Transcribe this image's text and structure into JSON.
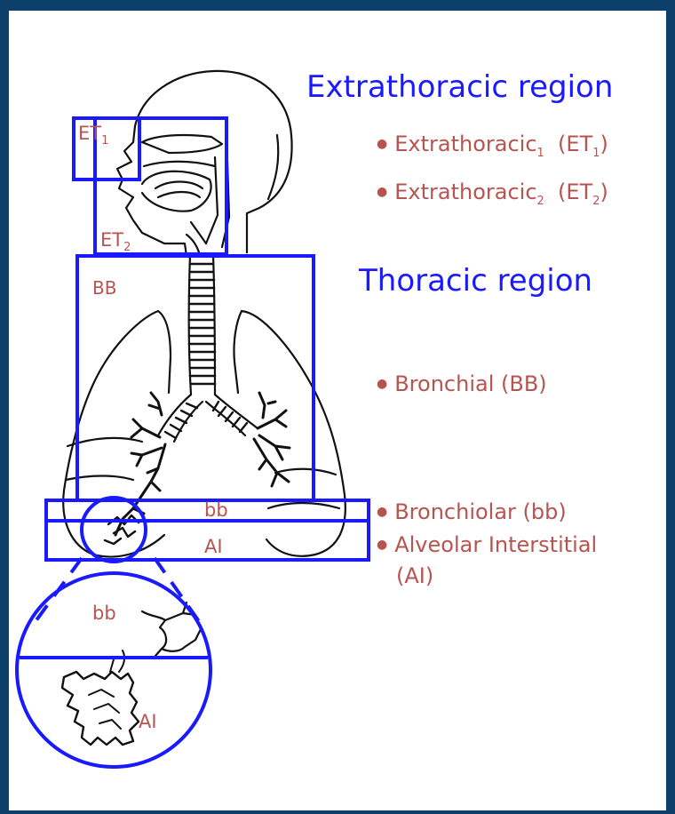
{
  "colors": {
    "frame": "#0d3f6b",
    "box": "#1a1aff",
    "label": "#b85450",
    "drawing": "#111111"
  },
  "headings": {
    "extrathoracic": "Extrathoracic region",
    "thoracic": "Thoracic region"
  },
  "bullets": {
    "et1": {
      "text": "Extrathoracic",
      "sub": "1",
      "abbr": "ET",
      "abbr_sub": "1"
    },
    "et2": {
      "text": "Extrathoracic",
      "sub": "2",
      "abbr": "ET",
      "abbr_sub": "2"
    },
    "bb_big": "Bronchial (BB)",
    "bb_small": "Bronchiolar (bb)",
    "ai_line1": "Alveolar Interstitial",
    "ai_line2": "(AI)"
  },
  "figure_labels": {
    "et1": "ET",
    "et1_sub": "1",
    "et2": "ET",
    "et2_sub": "2",
    "bb_big": "BB",
    "bb_small": "bb",
    "ai": "AI",
    "zoom_bb": "bb",
    "zoom_ai": "AI"
  },
  "bullet_icon": "bullet-dot-icon"
}
